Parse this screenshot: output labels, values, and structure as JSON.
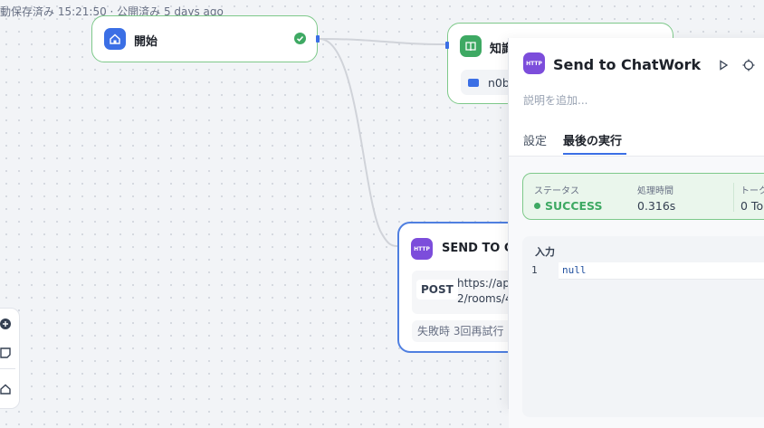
{
  "header": {
    "status_text": "動保存済み 15:21:50 · 公開済み 5 days ago"
  },
  "nodes": {
    "start": {
      "title": "開始",
      "icon": "home-icon"
    },
    "knowledge": {
      "title": "知識",
      "icon": "book-icon",
      "dataset": "n0b"
    },
    "http": {
      "title": "SEND TO C",
      "badge": "HTTP",
      "method": "POST",
      "url_line1": "https://ap",
      "url_line2": "2/rooms/4",
      "retry": "失敗時 3回再試行"
    }
  },
  "panel": {
    "badge": "HTTP",
    "title": "Send to ChatWork",
    "description_placeholder": "説明を追加...",
    "tabs": [
      {
        "label": "設定"
      },
      {
        "label": "最後の実行"
      }
    ],
    "active_tab": 1,
    "status": {
      "status_label": "ステータス",
      "status_value": "SUCCESS",
      "time_label": "処理時間",
      "time_value": "0.316s",
      "tokens_label": "トーク",
      "tokens_value": "0 To"
    },
    "input": {
      "label": "入力",
      "line_number": "1",
      "code": "null"
    }
  },
  "colors": {
    "accent": "#3b6fe5",
    "success": "#3ea963",
    "http_purple": "#7c4ddb"
  }
}
